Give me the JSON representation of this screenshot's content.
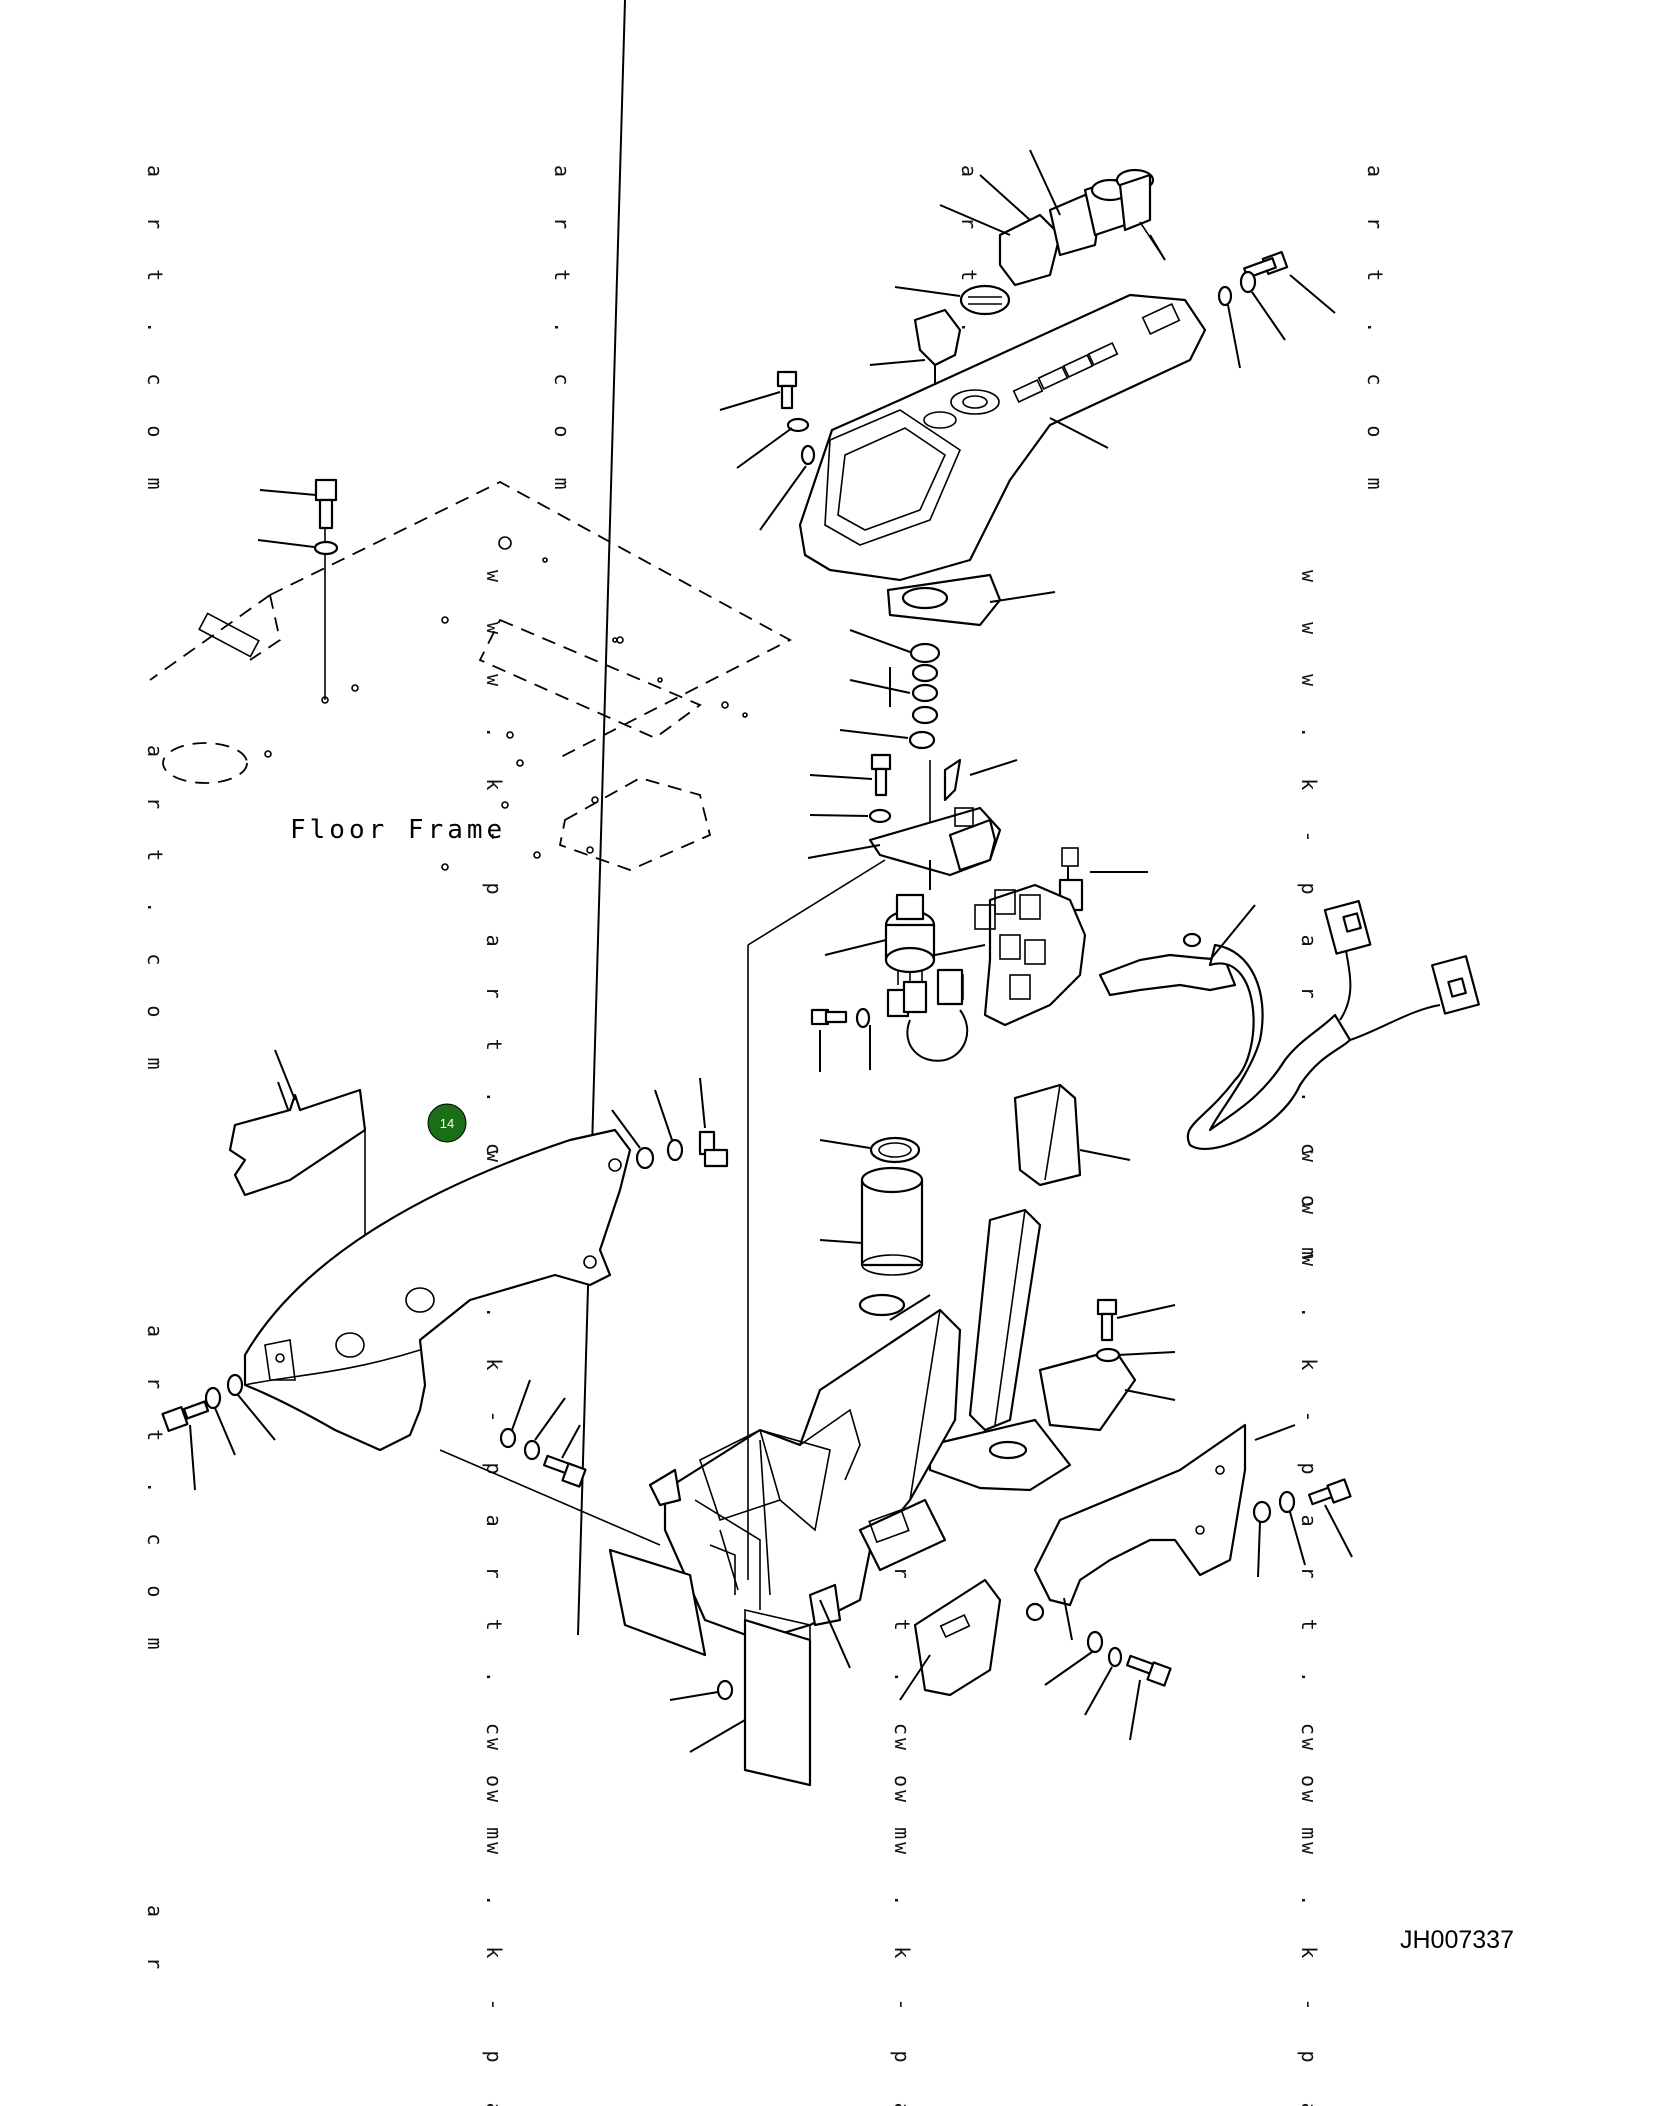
{
  "diagram": {
    "floor_label": "Floor Frame",
    "drawing_code": "JH007337",
    "callout": {
      "number": "14",
      "color": "#1a6e16"
    },
    "watermark_short": "a r t . c o m",
    "watermark_long": "w w w . k - p a r t . c o m",
    "watermark_cut_long": "w w w . k - p a r",
    "watermark_cut_short": "a r"
  }
}
